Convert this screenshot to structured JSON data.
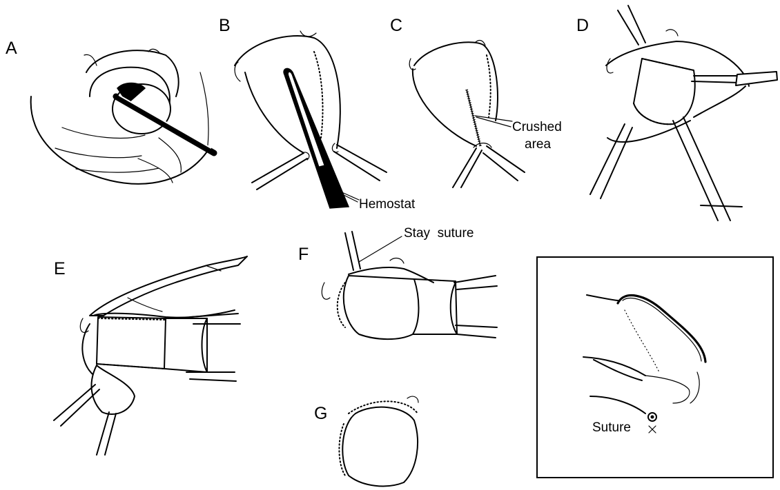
{
  "panels": [
    {
      "letter": "A"
    },
    {
      "letter": "B"
    },
    {
      "letter": "C"
    },
    {
      "letter": "D"
    },
    {
      "letter": "E"
    },
    {
      "letter": "F"
    },
    {
      "letter": "G"
    }
  ],
  "callouts": {
    "hemostat": "Hemostat",
    "crushed": [
      "Crushed",
      "area"
    ],
    "stay_suture": "Stay  suture",
    "suture": "Suture"
  }
}
